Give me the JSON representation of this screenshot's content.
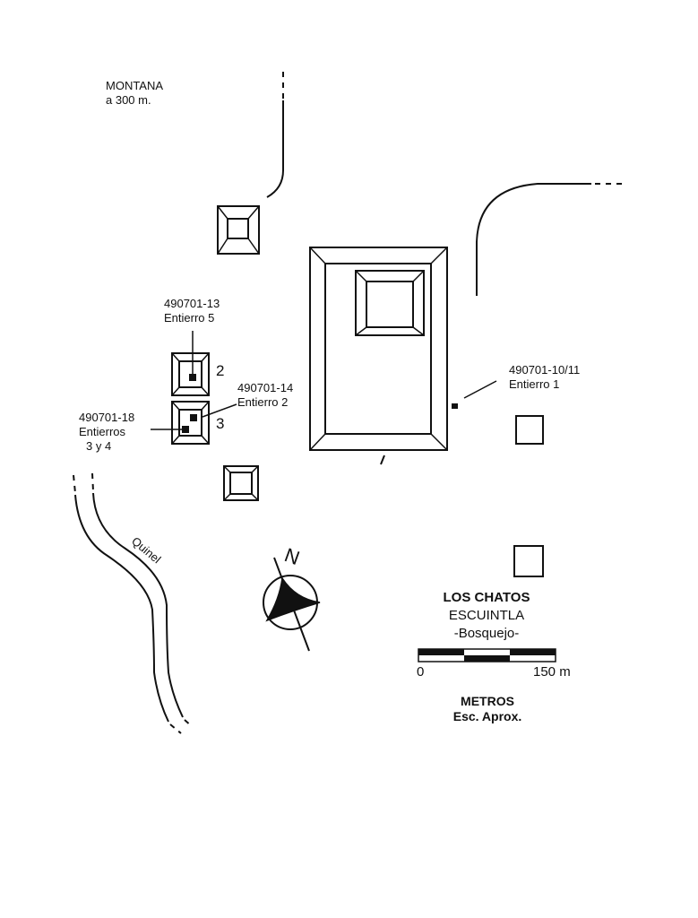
{
  "map": {
    "title": "LOS CHATOS",
    "subtitle": "ESCUINTLA",
    "note": "-Bosquejo-",
    "mountain_label_line1": "MONTANA",
    "mountain_label_line2": "a 300 m.",
    "river_label": "Quinel",
    "north_label": "N",
    "mound_numbers": {
      "mound_2": "2",
      "mound_3": "3"
    },
    "burials": [
      {
        "code": "490701-13",
        "label": "Entierro 5"
      },
      {
        "code": "490701-14",
        "label": "Entierro  2"
      },
      {
        "code": "490701-18",
        "label_line1": "Entierros",
        "label_line2": "3 y 4"
      },
      {
        "code": "490701-10/11",
        "label": "Entierro 1"
      }
    ],
    "scale": {
      "start_label": "0",
      "end_label": "150 m",
      "units": "METROS",
      "note": "Esc. Aprox."
    }
  }
}
